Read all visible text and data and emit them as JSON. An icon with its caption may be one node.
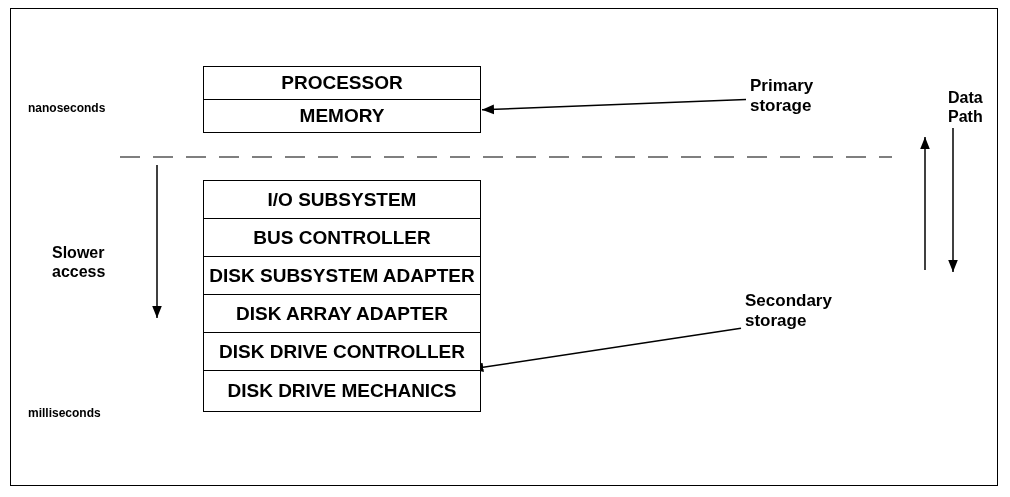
{
  "diagram": {
    "nodes": [
      {
        "text": [
          "PROCESSOR"
        ]
      },
      {
        "text": [
          "MEMORY"
        ]
      },
      {
        "text": [
          "I/O SUBSYSTEM"
        ]
      },
      {
        "text": [
          "BUS CONTROLLER"
        ]
      },
      {
        "text": [
          "DISK SUBSYSTEM ADAPTER"
        ]
      },
      {
        "text": [
          "DISK ARRAY ADAPTER"
        ]
      },
      {
        "text": [
          "DISK DRIVE CONTROLLER"
        ]
      },
      {
        "text": [
          "DISK DRIVE MECHANICS"
        ]
      },
      {
        "text": [
          "Primary storage"
        ]
      },
      {
        "text": [
          "Secondary storage"
        ]
      }
    ],
    "edges": [
      {
        "from": 8,
        "to": 1,
        "arrow": "to"
      },
      {
        "from": 9,
        "to": 7,
        "arrow": "to"
      }
    ],
    "labels": [
      "nanoseconds",
      "Data Path",
      "Slower access",
      "milliseconds"
    ]
  }
}
